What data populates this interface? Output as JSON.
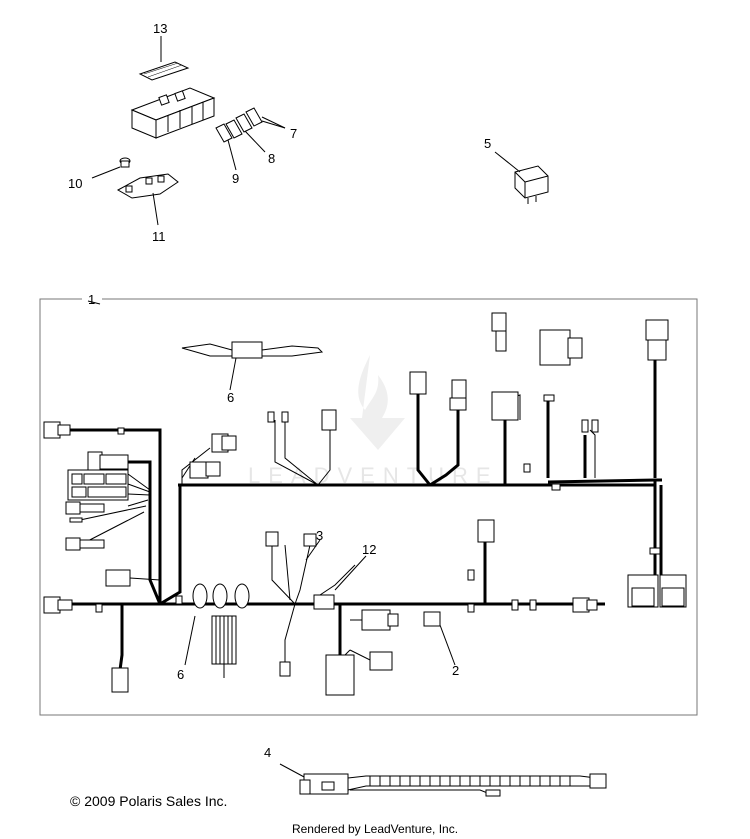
{
  "callouts": {
    "c1": "1",
    "c2": "2",
    "c3": "3",
    "c4": "4",
    "c5": "5",
    "c6a": "6",
    "c6b": "6",
    "c7": "7",
    "c8": "8",
    "c9": "9",
    "c10": "10",
    "c11": "11",
    "c12": "12",
    "c13": "13"
  },
  "watermark": "LEADVENTURE",
  "copyright": "© 2009 Polaris Sales Inc.",
  "rendered_by": "Rendered by LeadVenture, Inc.",
  "colors": {
    "line": "#000000",
    "watermark": "#e6e6e6"
  }
}
